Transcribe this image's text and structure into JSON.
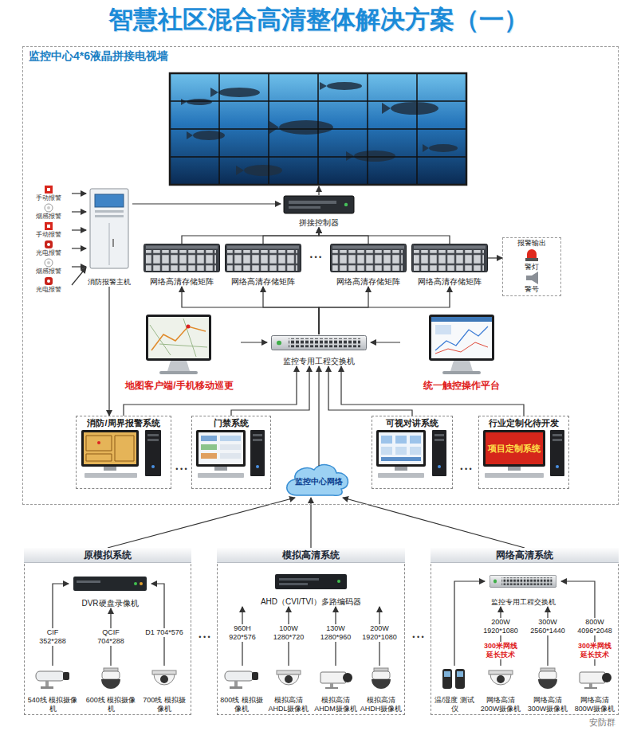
{
  "diagram": {
    "title": "智慧社区混合高清整体解决方案（一）",
    "nodes": [
      {
        "text": [
          "监控中心4*6液晶拼接电视墙"
        ]
      },
      {
        "text": [
          "手动报警"
        ],
        "in": 0
      },
      {
        "text": [
          "烟感报警"
        ],
        "in": 0
      },
      {
        "text": [
          "手动报警"
        ],
        "in": 0
      },
      {
        "text": [
          "光电报警"
        ],
        "in": 0
      },
      {
        "text": [
          "烟感报警"
        ],
        "in": 0
      },
      {
        "text": [
          "光电报警"
        ],
        "in": 0
      },
      {
        "text": [
          "消防报警主机"
        ],
        "in": 0
      },
      {
        "text": [
          "拼接控制器"
        ],
        "in": 0
      },
      {
        "text": [
          "网络高清存储矩阵"
        ],
        "in": 0
      },
      {
        "text": [
          "网络高清存储矩阵"
        ],
        "in": 0
      },
      {
        "text": [
          "网络高清存储矩阵"
        ],
        "in": 0
      },
      {
        "text": [
          "网络高清存储矩阵"
        ],
        "in": 0
      },
      {
        "text": [
          "报警输出",
          "警灯",
          "警号"
        ],
        "in": 0
      },
      {
        "text": [
          "监控专用工程交换机"
        ],
        "in": 0
      },
      {
        "text": [
          "地图客户端/手机移动巡更"
        ],
        "in": 0
      },
      {
        "text": [
          "统一触控操作平台"
        ],
        "in": 0
      },
      {
        "text": [
          "消防/周界报警系统"
        ],
        "in": 0
      },
      {
        "text": [
          "门禁系统"
        ],
        "in": 0
      },
      {
        "text": [
          "可视对讲系统"
        ],
        "in": 0
      },
      {
        "text": [
          "行业定制化待开发",
          "项目定制系统"
        ],
        "in": 0
      },
      {
        "text": [
          "监控中心网络"
        ],
        "in": 0
      },
      {
        "text": [
          "原模拟系统"
        ]
      },
      {
        "text": [
          "DVR硬盘录像机"
        ],
        "in": 22
      },
      {
        "text": [
          "540线 模拟摄像机"
        ],
        "in": 22
      },
      {
        "text": [
          "600线 模拟摄像机"
        ],
        "in": 22
      },
      {
        "text": [
          "700线 模拟摄像机"
        ],
        "in": 22
      },
      {
        "text": [
          "模拟高清系统"
        ]
      },
      {
        "text": [
          "AHD（CVI/TVI）多路编码器"
        ],
        "in": 27
      },
      {
        "text": [
          "800线 模拟摄像机"
        ],
        "in": 27
      },
      {
        "text": [
          "模拟高清 AHDL摄像机"
        ],
        "in": 27
      },
      {
        "text": [
          "模拟高清 AHDM摄像机"
        ],
        "in": 27
      },
      {
        "text": [
          "模拟高清 AHDH摄像机"
        ],
        "in": 27
      },
      {
        "text": [
          "网络高清系统"
        ]
      },
      {
        "text": [
          "监控专用工程交换机"
        ],
        "in": 33
      },
      {
        "text": [
          "温/湿度 测试仪"
        ],
        "in": 33
      },
      {
        "text": [
          "网络高清 200W摄像机"
        ],
        "in": 33
      },
      {
        "text": [
          "网络高清 300W摄像机"
        ],
        "in": 33
      },
      {
        "text": [
          "网络高清 800W摄像机"
        ],
        "in": 33
      }
    ],
    "edges": [
      {
        "from": 1,
        "to": 7,
        "arrow": "to"
      },
      {
        "from": 2,
        "to": 7,
        "arrow": "to"
      },
      {
        "from": 3,
        "to": 7,
        "arrow": "to"
      },
      {
        "from": 4,
        "to": 7,
        "arrow": "to"
      },
      {
        "from": 5,
        "to": 7,
        "arrow": "to"
      },
      {
        "from": 6,
        "to": 7,
        "arrow": "to"
      },
      {
        "from": 7,
        "to": 8,
        "arrow": "to"
      },
      {
        "from": 7,
        "to": 17,
        "arrow": "to"
      },
      {
        "from": 9,
        "to": 8,
        "arrow": "to"
      },
      {
        "from": 10,
        "to": 8,
        "arrow": "to"
      },
      {
        "from": 11,
        "to": 8,
        "arrow": "to"
      },
      {
        "from": 12,
        "to": 8,
        "arrow": "to"
      },
      {
        "from": 12,
        "to": 13,
        "arrow": "to"
      },
      {
        "from": 14,
        "to": 9,
        "arrow": "to"
      },
      {
        "from": 14,
        "to": 10,
        "arrow": "to"
      },
      {
        "from": 14,
        "to": 11,
        "arrow": "to"
      },
      {
        "from": 14,
        "to": 12,
        "arrow": "to"
      },
      {
        "from": 15,
        "to": 14,
        "arrow": "to"
      },
      {
        "from": 16,
        "to": 14,
        "arrow": "to"
      },
      {
        "from": 17,
        "to": 14,
        "arrow": "to"
      },
      {
        "from": 18,
        "to": 14,
        "arrow": "to"
      },
      {
        "from": 19,
        "to": 14,
        "arrow": "to"
      },
      {
        "from": 20,
        "to": 14,
        "arrow": "to"
      },
      {
        "from": 21,
        "to": 14,
        "arrow": "to"
      },
      {
        "from": 22,
        "to": 21,
        "arrow": "to"
      },
      {
        "from": 27,
        "to": 21,
        "arrow": "to"
      },
      {
        "from": 33,
        "to": 21,
        "arrow": "to"
      },
      {
        "from": 24,
        "to": 23,
        "label": "CIF 352*288",
        "arrow": "to"
      },
      {
        "from": 25,
        "to": 23,
        "label": "QCIF 704*288",
        "arrow": "to"
      },
      {
        "from": 26,
        "to": 23,
        "label": "D1 704*576",
        "arrow": "to"
      },
      {
        "from": 29,
        "to": 28,
        "label": "960H 920*576",
        "arrow": "to"
      },
      {
        "from": 30,
        "to": 28,
        "label": "100W 1280*720",
        "arrow": "to"
      },
      {
        "from": 31,
        "to": 28,
        "label": "130W 1280*960",
        "arrow": "to"
      },
      {
        "from": 32,
        "to": 28,
        "label": "200W 1920*1080",
        "arrow": "to"
      },
      {
        "from": 35,
        "to": 34,
        "arrow": "to"
      },
      {
        "from": 36,
        "to": 34,
        "label": "200W 1920*1080",
        "arrow": "to"
      },
      {
        "from": 37,
        "to": 34,
        "label": "300W 2560*1440",
        "arrow": "to"
      },
      {
        "from": 38,
        "to": 34,
        "label": "800W 4096*2048",
        "arrow": "to"
      }
    ],
    "labels": [
      "• • •",
      "• • •",
      "• • •",
      "• • •",
      "• • •",
      "300米网线延长技术",
      "300米网线延长技术",
      "安防群"
    ]
  }
}
